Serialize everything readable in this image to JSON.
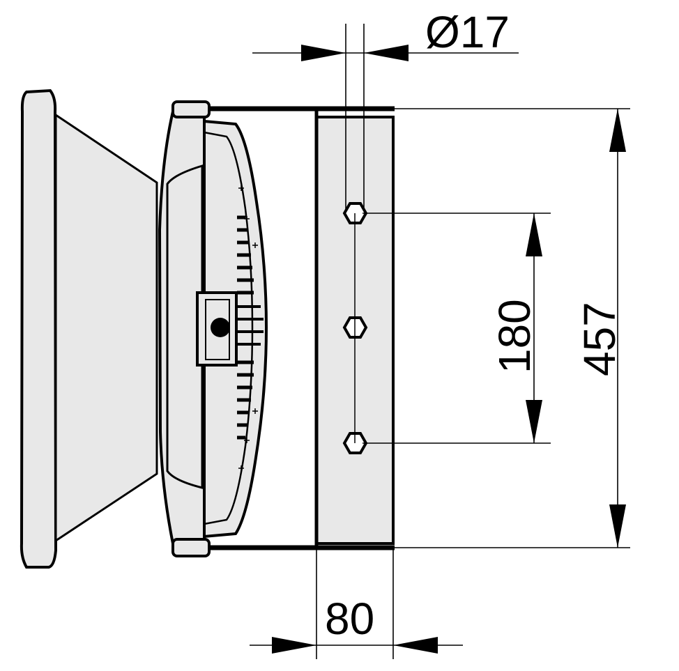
{
  "dimensions": {
    "hole_diameter": "Ø17",
    "hole_spacing": "180",
    "overall_height": "457",
    "depth": "80"
  },
  "colors": {
    "line": "#000000",
    "panel_fill": "#e8e8e8",
    "background": "#ffffff"
  }
}
